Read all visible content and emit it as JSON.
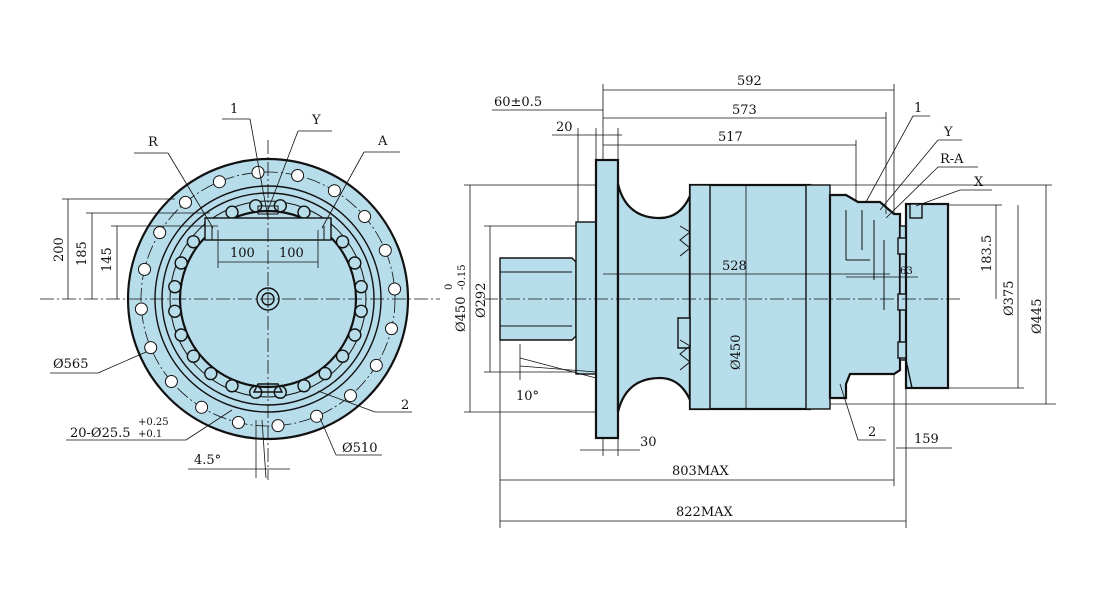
{
  "front_view": {
    "labels": {
      "label_1": "1",
      "label_y": "Y",
      "label_r": "R",
      "label_a": "A",
      "label_2": "2"
    },
    "dimensions": {
      "dim_200": "200",
      "dim_185": "185",
      "dim_145": "145",
      "dim_100_left": "100",
      "dim_100_right": "100",
      "dia_565": "Ø565",
      "holes_main": "20-Ø25.5",
      "holes_tol_upper": "+0.25",
      "holes_tol_lower": "+0.1",
      "angle_4_5": "4.5°",
      "dia_510": "Ø510"
    }
  },
  "side_view": {
    "labels": {
      "label_1": "1",
      "label_y": "Y",
      "label_ra": "R-A",
      "label_x": "X",
      "label_2": "2"
    },
    "dimensions": {
      "dim_592": "592",
      "dim_60": "60±0.5",
      "dim_573": "573",
      "dim_20": "20",
      "dim_517": "517",
      "dim_528": "528",
      "dim_183_5": "183.5",
      "dim_63": "63",
      "dia_450_main": "Ø450",
      "dia_450_tol_upper": "0",
      "dia_450_tol_lower": "-0.15",
      "dia_292": "Ø292",
      "dia_450_inner": "Ø450",
      "dia_375": "Ø375",
      "dia_445": "Ø445",
      "angle_10": "10°",
      "dim_30": "30",
      "dim_159": "159",
      "dim_803": "803MAX",
      "dim_822": "822MAX"
    }
  },
  "colors": {
    "body_fill": "#b7dcea",
    "line": "#111111",
    "background": "#ffffff"
  }
}
